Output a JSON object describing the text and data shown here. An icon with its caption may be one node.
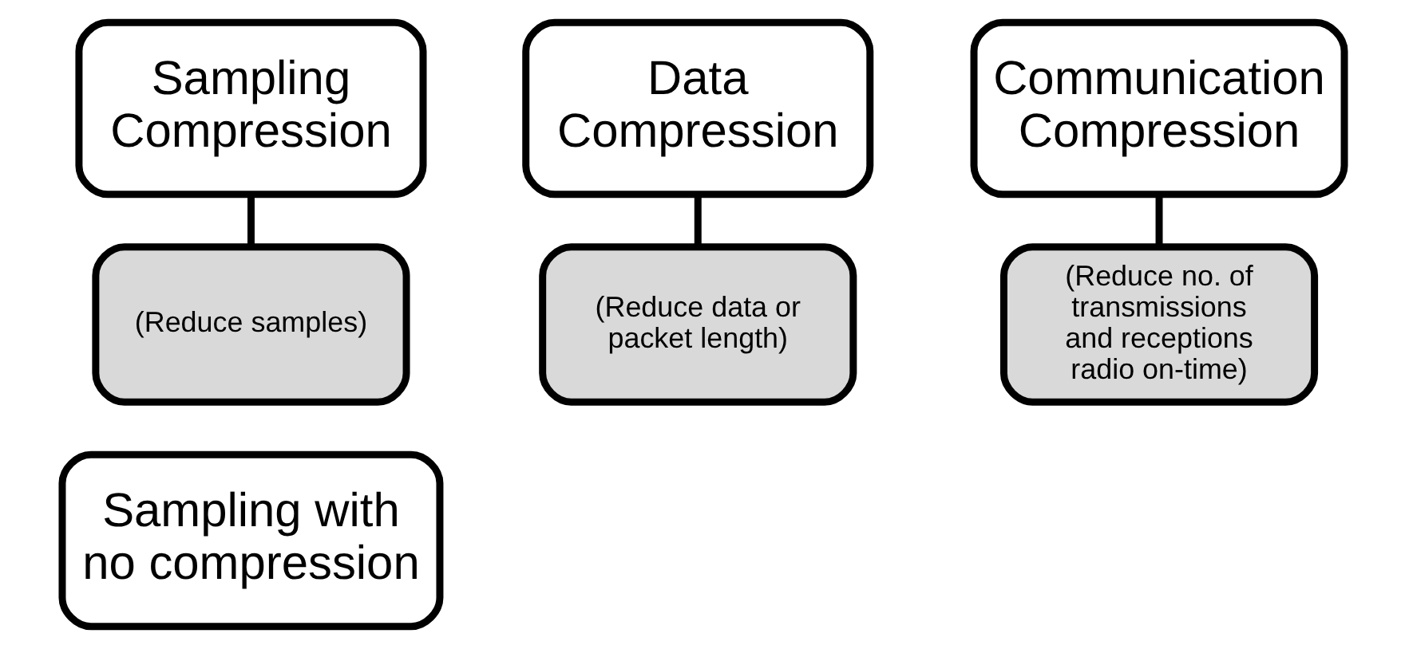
{
  "diagram": {
    "nodes": [
      {
        "text": [
          "Sampling Compression"
        ]
      },
      {
        "text": [
          "(Reduce samples)"
        ]
      },
      {
        "text": [
          "Data Compression"
        ]
      },
      {
        "text": [
          "(Reduce data or packet length)"
        ]
      },
      {
        "text": [
          "Communication Compression"
        ]
      },
      {
        "text": [
          "(Reduce no. of transmissions and receptions radio on-time)"
        ]
      },
      {
        "text": [
          "Sampling with no compression"
        ]
      }
    ],
    "edges": [
      {
        "from": 0,
        "to": 1,
        "arrow": "none"
      },
      {
        "from": 2,
        "to": 3,
        "arrow": "none"
      },
      {
        "from": 4,
        "to": 5,
        "arrow": "none"
      }
    ]
  }
}
